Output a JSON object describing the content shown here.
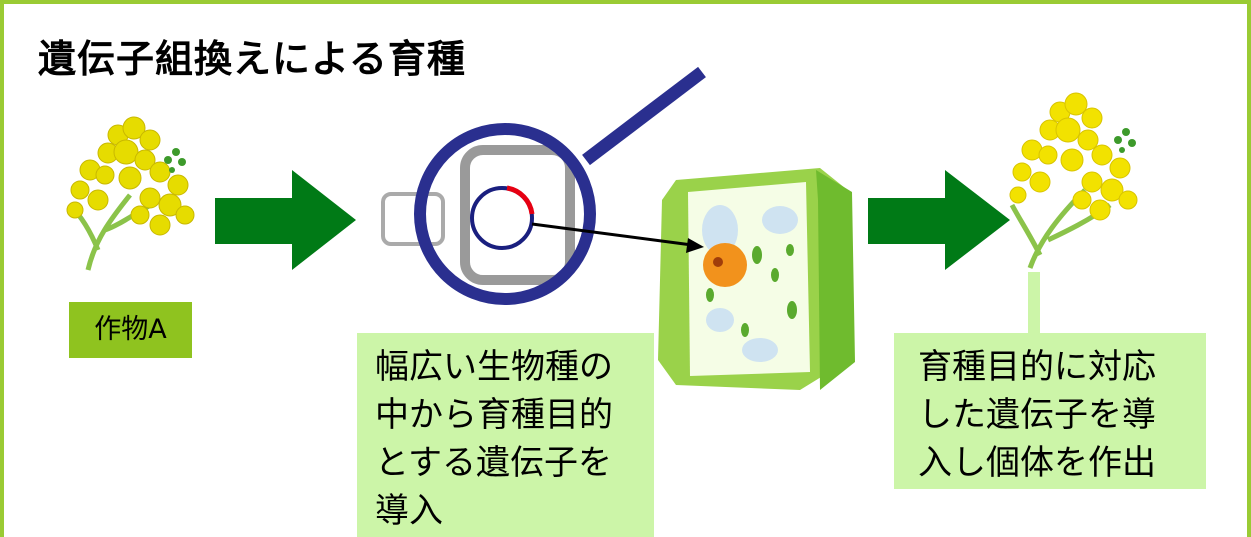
{
  "title": "遺伝子組換えによる育種",
  "crop_label": "作物A",
  "callout_left": {
    "lines": [
      "幅広い生物種の",
      "中から育種目的",
      "とする遺伝子を",
      "導入"
    ]
  },
  "callout_right": {
    "lines": [
      "育種目的に対応",
      "した遺伝子を導",
      "入し個体を作出"
    ]
  },
  "colors": {
    "frame": "#9acb34",
    "arrow": "#007a16",
    "lens": "#2a2f8f",
    "plasmid_accent": "#e60012",
    "callout_bg": "#ccf5a8",
    "tag_bg": "#8fc31f",
    "flower": "#f2e200",
    "cell_wall": "#8fc940"
  }
}
